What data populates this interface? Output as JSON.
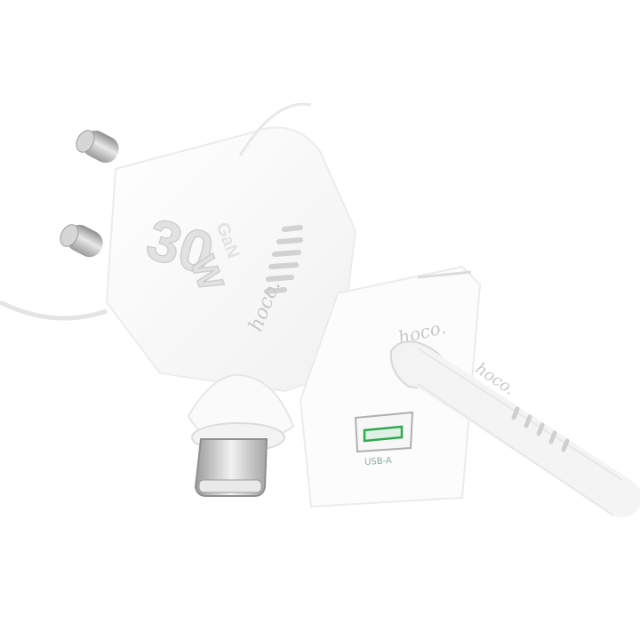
{
  "product": {
    "power_number": "30",
    "power_unit": "W",
    "tech_label": "GaN",
    "brand_main": "hoco.",
    "brand_plug": "hoco.",
    "brand_cable": "hoco.",
    "port_label": "USB-A"
  },
  "colors": {
    "body": "#fbfbfb",
    "shadow": "#e6e6e6",
    "metal": "#b9b9b9",
    "usb_accent": "#2fa84f"
  }
}
